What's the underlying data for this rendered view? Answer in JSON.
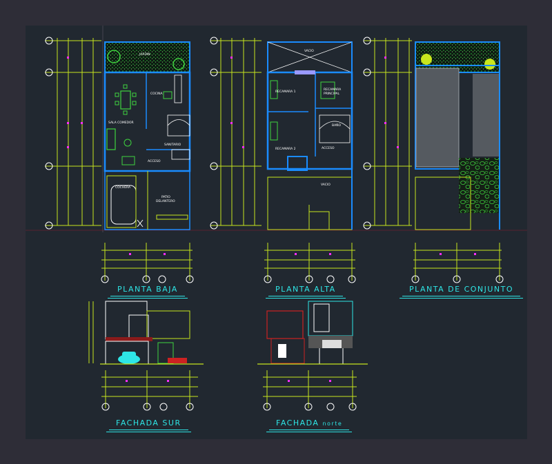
{
  "titles": {
    "planta_baja": "PLANTA BAJA",
    "planta_alta": "PLANTA ALTA",
    "planta_conjunto": "PLANTA DE CONJUNTO",
    "fachada_sur": "FACHADA SUR",
    "fachada_norte_a": "FACHADA ",
    "fachada_norte_b": "norte"
  },
  "rooms": {
    "jardin": "JARDIN",
    "cocina": "COCINA",
    "sala_comedor": "SALA COMEDOR",
    "sanitario": "SANITARIO",
    "acceso": "ACCESO",
    "cochera": "COCHERA",
    "patio_1": "PATIO",
    "patio_2": "DELANTERO",
    "vacio": "VACIO",
    "recamara_1": "RECAMARA 1",
    "recamara_ppal_1": "RECAMARA",
    "recamara_ppal_2": "PRINCIPAL",
    "recamara_2": "RECAMARA 2",
    "bano": "BAÑO",
    "acceso_alta": "ACCESO",
    "vacio_2": "VACIO"
  },
  "colors": {
    "background": "#2e2d37",
    "drawing_area": "#212830",
    "walls": "#1a8cff",
    "dimension": "#c8e61e",
    "title": "#2ee6e6",
    "marker": "#ff2cff",
    "hatch": "#33cc33"
  }
}
